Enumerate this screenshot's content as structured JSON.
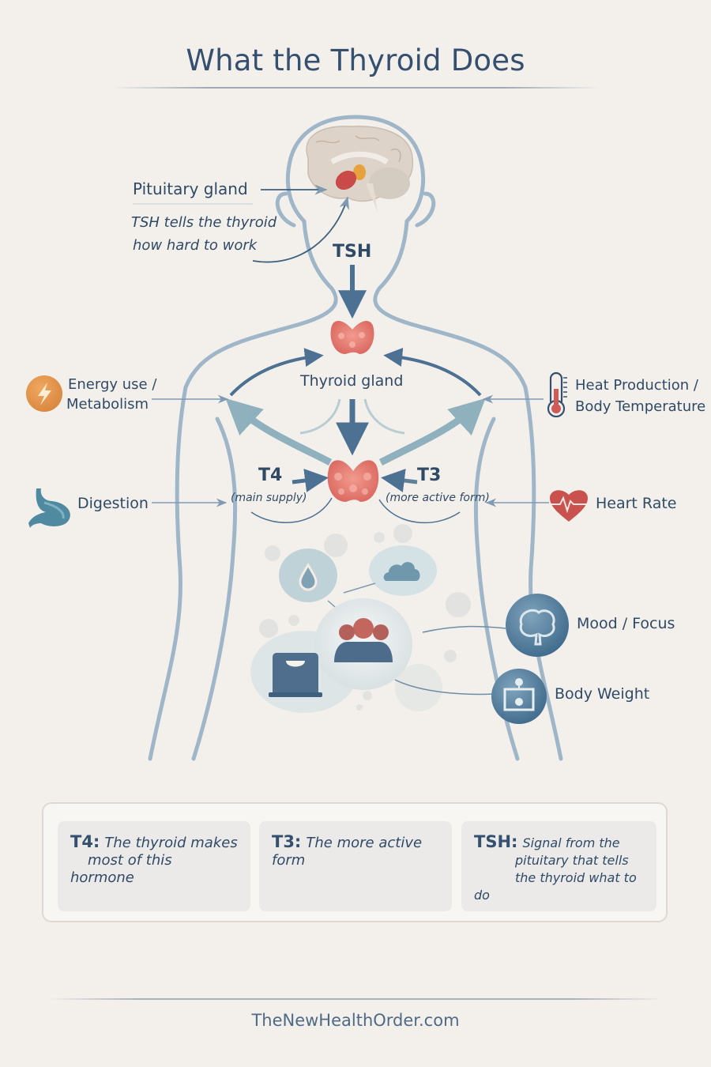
{
  "title": "What the Thyroid Does",
  "colors": {
    "background": "#f3f0ec",
    "text": "#2f4a66",
    "body_outline": "#9fb6c8",
    "arrow_dark": "#4c7193",
    "arrow_light": "#8fb0bd",
    "thyroid": "#e07870",
    "energy_icon": "#e2944a",
    "thermometer_red": "#d05a55",
    "heart": "#c9524e"
  },
  "labels": {
    "pituitary": "Pituitary gland",
    "tsh_note_line1": "TSH tells the thyroid",
    "tsh_note_line2": "how hard to work",
    "tsh": "TSH",
    "thyroid_gland": "Thyroid gland",
    "t4": "T4",
    "t4_sub": "(main supply)",
    "t3": "T3",
    "t3_sub": "(more active form)"
  },
  "effects": [
    {
      "id": "energy",
      "icon": "lightning-icon",
      "line1": "Energy use /",
      "line2": "Metabolism"
    },
    {
      "id": "heat",
      "icon": "thermometer-icon",
      "line1": "Heat Production /",
      "line2": "Body Temperature"
    },
    {
      "id": "digestion",
      "icon": "stomach-icon",
      "line1": "Digestion"
    },
    {
      "id": "heart",
      "icon": "heart-pulse-icon",
      "line1": "Heart Rate"
    },
    {
      "id": "mood",
      "icon": "brain-icon",
      "line1": "Mood / Focus"
    },
    {
      "id": "weight",
      "icon": "scale-icon",
      "line1": "Body Weight"
    }
  ],
  "legend": [
    {
      "key": "T4:",
      "desc_line1": "The thyroid makes",
      "desc_line2": "most of this hormone"
    },
    {
      "key": "T3:",
      "desc_line1": "The more active form"
    },
    {
      "key": "TSH:",
      "desc_line1": "Signal from the",
      "desc_line2": "pituitary that tells",
      "desc_line3": "the thyroid what to do"
    }
  ],
  "footer": "TheNewHealthOrder.com"
}
